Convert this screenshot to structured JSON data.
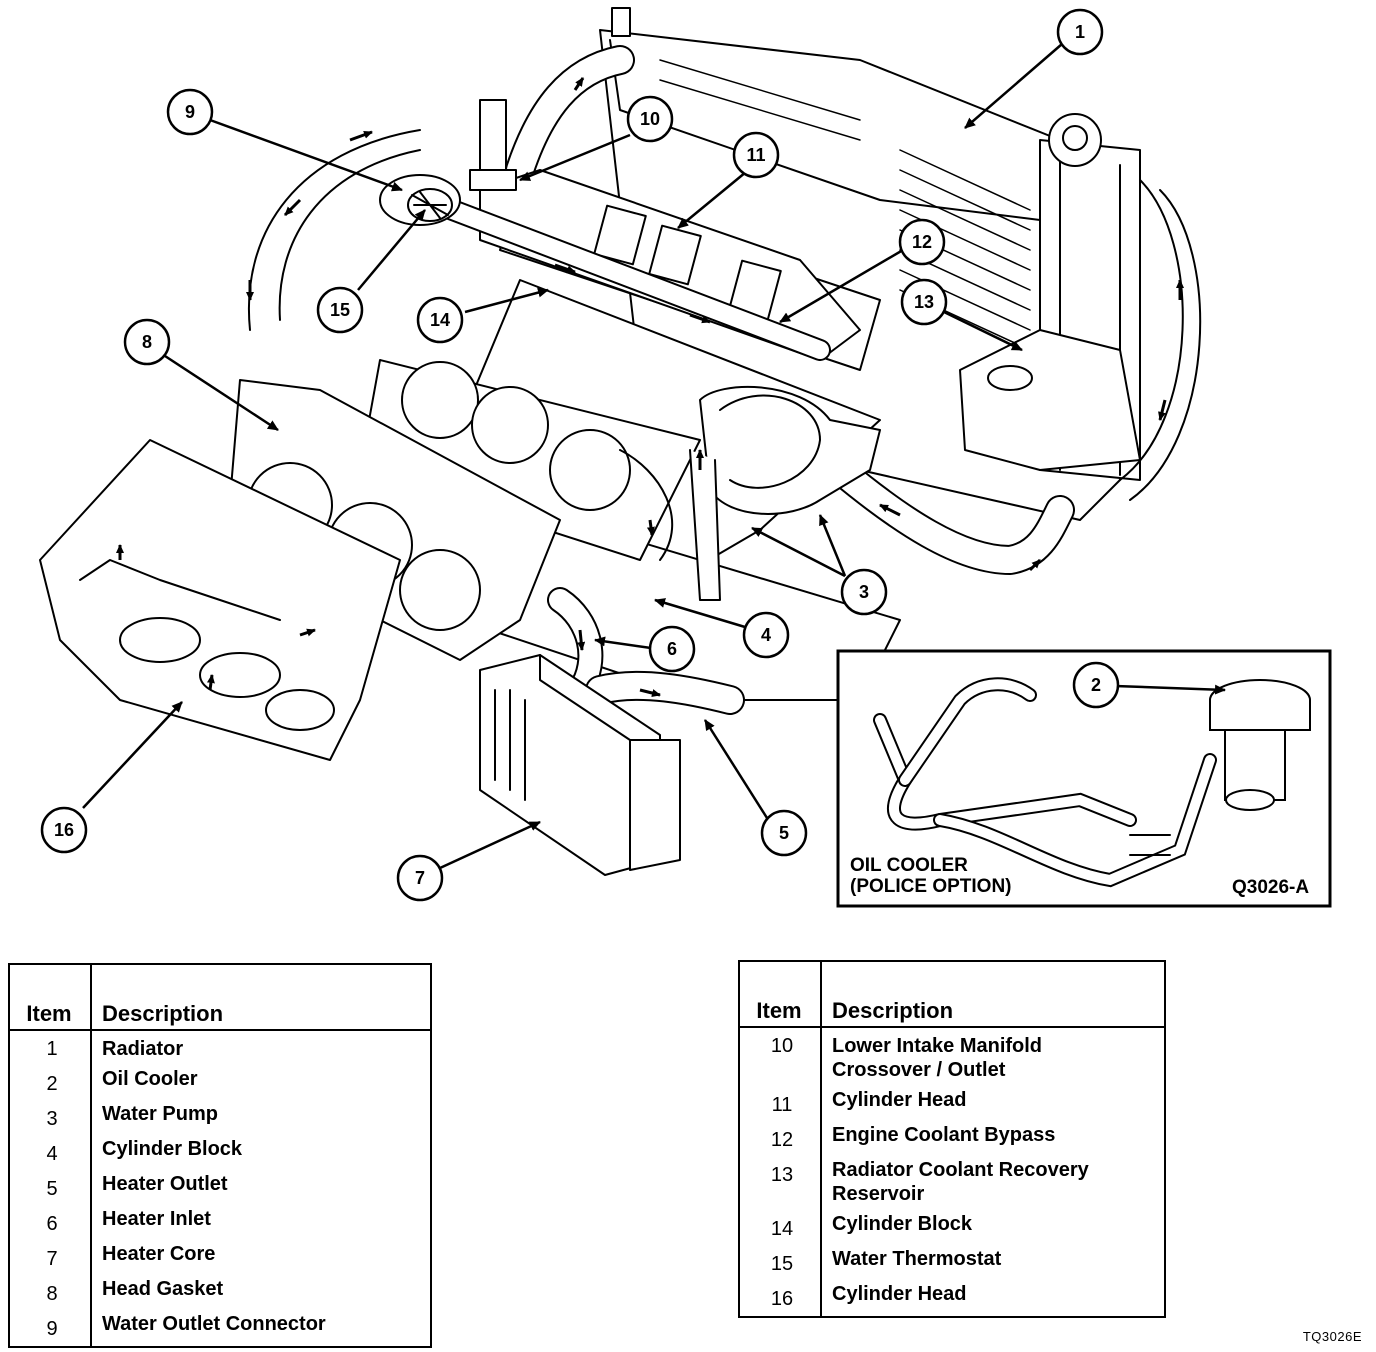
{
  "figure": {
    "inset_title_line1": "OIL COOLER",
    "inset_title_line2": "(POLICE OPTION)",
    "inset_code": "Q3026-A",
    "figure_code": "TQ3026E"
  },
  "callouts": [
    "1",
    "2",
    "3",
    "4",
    "5",
    "6",
    "7",
    "8",
    "9",
    "10",
    "11",
    "12",
    "13",
    "14",
    "15",
    "16"
  ],
  "legend_left": {
    "header_item": "Item",
    "header_description": "Description",
    "rows": [
      {
        "item": "1",
        "description": "Radiator"
      },
      {
        "item": "2",
        "description": "Oil Cooler"
      },
      {
        "item": "3",
        "description": "Water Pump"
      },
      {
        "item": "4",
        "description": "Cylinder Block"
      },
      {
        "item": "5",
        "description": "Heater Outlet"
      },
      {
        "item": "6",
        "description": "Heater Inlet"
      },
      {
        "item": "7",
        "description": "Heater Core"
      },
      {
        "item": "8",
        "description": "Head Gasket"
      },
      {
        "item": "9",
        "description": "Water Outlet Connector"
      }
    ]
  },
  "legend_right": {
    "header_item": "Item",
    "header_description": "Description",
    "rows": [
      {
        "item": "10",
        "description_line1": "Lower Intake Manifold",
        "description_line2": "Crossover / Outlet"
      },
      {
        "item": "11",
        "description_line1": "Cylinder Head",
        "description_line2": ""
      },
      {
        "item": "12",
        "description_line1": "Engine Coolant Bypass",
        "description_line2": ""
      },
      {
        "item": "13",
        "description_line1": "Radiator Coolant Recovery",
        "description_line2": "Reservoir"
      },
      {
        "item": "14",
        "description_line1": "Cylinder Block",
        "description_line2": ""
      },
      {
        "item": "15",
        "description_line1": "Water Thermostat",
        "description_line2": ""
      },
      {
        "item": "16",
        "description_line1": "Cylinder Head",
        "description_line2": ""
      }
    ]
  }
}
